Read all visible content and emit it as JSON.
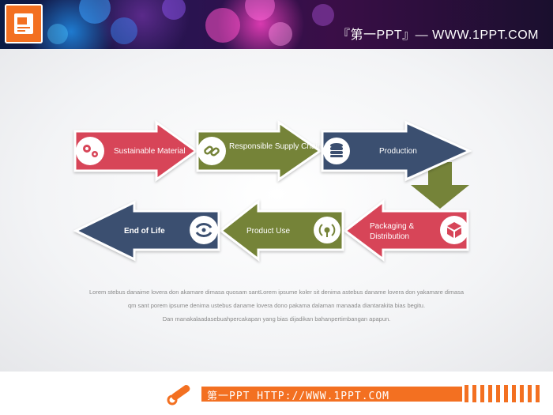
{
  "header": {
    "title": "『第一PPT』— WWW.1PPT.COM"
  },
  "diagram": {
    "steps": [
      {
        "label": "Sustainable Material",
        "color": "#d74458",
        "icon": "gears-icon"
      },
      {
        "label": "Responsible Supply Chain",
        "color": "#758339",
        "icon": "chain-link-icon"
      },
      {
        "label": "Production",
        "color": "#3b4f6f",
        "icon": "database-icon"
      },
      {
        "label_lines": [
          "Packaging &",
          "Distribution"
        ],
        "color": "#d74458",
        "icon": "box-icon"
      },
      {
        "label": "Product Use",
        "color": "#758339",
        "icon": "signal-icon"
      },
      {
        "label": "End of Life",
        "color": "#3b4f6f",
        "icon": "recycle-icon"
      }
    ],
    "connector_color": "#758339"
  },
  "description": {
    "lines": [
      "Lorem stebus danaime lovera don akamare dimasa quosam santLorem ipsume koler sit denima astebus daname lovera don yakamare dimasa",
      "qm sant porem ipsume denima ustebus daname lovera dono pakama dalaman manaada diantarakita bias begitu.",
      "Dan manakalaadasebuahpercakapan yang bias dijadikan bahanpertimbangan apapun."
    ]
  },
  "footer": {
    "text": "第一PPT HTTP://WWW.1PPT.COM",
    "accent": "#f37021"
  }
}
